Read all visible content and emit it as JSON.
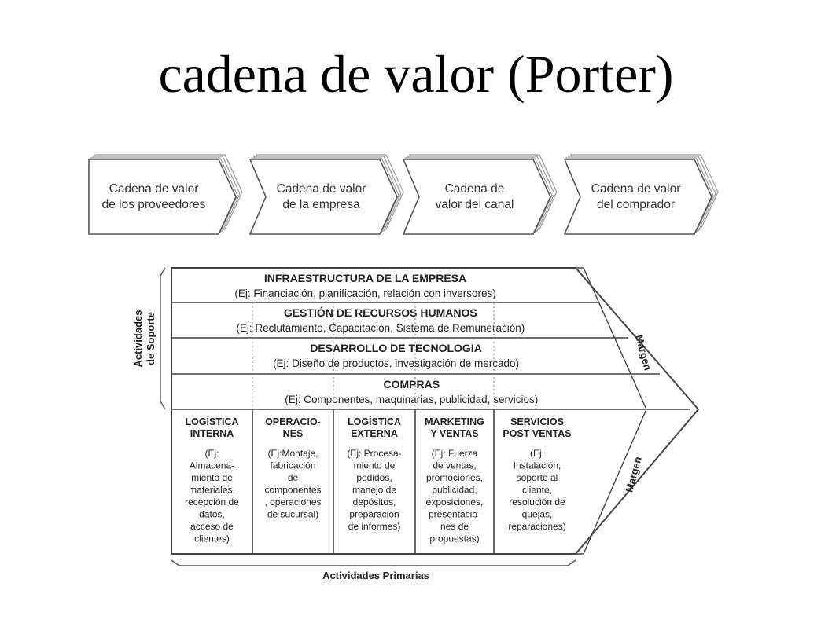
{
  "title": "cadena de valor (Porter)",
  "value_system": [
    {
      "lines": [
        "Cadena de valor",
        "de los proveedores"
      ]
    },
    {
      "lines": [
        "Cadena de valor",
        "de la empresa"
      ]
    },
    {
      "lines": [
        "Cadena de",
        "valor del canal"
      ]
    },
    {
      "lines": [
        "Cadena de valor",
        "del comprador"
      ]
    }
  ],
  "support_label_lines": [
    "Actividades",
    "de Soporte"
  ],
  "support_activities": [
    {
      "title": "INFRAESTRUCTURA DE LA EMPRESA",
      "example": "(Ej: Financiación, planificación, relación con inversores)"
    },
    {
      "title": "GESTIÓN DE RECURSOS HUMANOS",
      "example": "(Ej: Reclutamiento, Capacitación, Sistema de Remuneración)"
    },
    {
      "title": "DESARROLLO DE TECNOLOGÍA",
      "example": "(Ej: Diseño de productos, investigación de mercado)"
    },
    {
      "title": "COMPRAS",
      "example": "(Ej: Componentes, maquinarias, publicidad, servicios)"
    }
  ],
  "primary_activities": [
    {
      "title_lines": [
        "LOGÍSTICA",
        "INTERNA"
      ],
      "body_lines": [
        "(Ej:",
        "Almacena-",
        "miento de",
        "materiales,",
        "recepción de",
        "datos,",
        "acceso de",
        "clientes)"
      ]
    },
    {
      "title_lines": [
        "OPERACIO-",
        "NES"
      ],
      "body_lines": [
        "(Ej:Montaje,",
        "fabricación",
        "de",
        "componentes",
        ", operaciones",
        "de sucursal)"
      ]
    },
    {
      "title_lines": [
        "LOGÍSTICA",
        "EXTERNA"
      ],
      "body_lines": [
        "(Ej: Procesa-",
        "miento de",
        "pedidos,",
        "manejo de",
        "depósitos,",
        "preparación",
        "de informes)"
      ]
    },
    {
      "title_lines": [
        "MARKETING",
        "Y VENTAS"
      ],
      "body_lines": [
        "(Ej: Fuerza",
        "de ventas,",
        "promociones,",
        "publicidad,",
        "exposiciones,",
        "presentacio-",
        "nes de",
        "propuestas)"
      ]
    },
    {
      "title_lines": [
        "SERVICIOS",
        "POST VENTAS"
      ],
      "body_lines": [
        "(Ej:",
        "Instalación,",
        "soporte al",
        "cliente,",
        "resolución de",
        "quejas,",
        "reparaciones)"
      ]
    }
  ],
  "margin_labels": [
    "Margen",
    "Margen"
  ],
  "primary_label": "Actividades Primarias"
}
